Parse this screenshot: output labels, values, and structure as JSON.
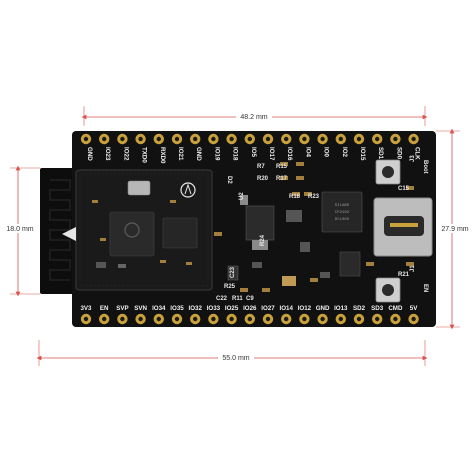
{
  "dimensions": {
    "width_top": "48.2 mm",
    "width_bottom": "55.0 mm",
    "height_left": "18.0 mm",
    "height_right": "27.9 mm"
  },
  "pins_top": [
    "GND",
    "IO23",
    "IO22",
    "TXD0",
    "RXD0",
    "IO21",
    "GND",
    "IO19",
    "IO18",
    "IO5",
    "IO17",
    "IO16",
    "IO4",
    "IO0",
    "IO2",
    "IO15",
    "SD1",
    "SD0",
    "CLK"
  ],
  "pins_bottom": [
    "3V3",
    "EN",
    "SVP",
    "SVN",
    "IO34",
    "IO35",
    "IO32",
    "IO33",
    "IO25",
    "IO26",
    "IO27",
    "IO14",
    "IO12",
    "GND",
    "IO13",
    "SD2",
    "SD3",
    "CMD",
    "5V"
  ],
  "silkscreen": {
    "r7": "R7",
    "r15": "R15",
    "r20": "R20",
    "r17": "R17",
    "r18": "R18",
    "r23": "R23",
    "r24": "R24",
    "r25": "R25",
    "c22": "C22",
    "r11": "R11",
    "c9": "C9",
    "c23": "C23",
    "d2": "D2",
    "u2": "U2",
    "j3": "J3",
    "j1": "J1",
    "c15": "C15",
    "r21": "R21",
    "boot": "Boot",
    "en_btn": "EN"
  },
  "chips": {
    "usb_bridge": [
      "SILABS",
      "CP2102",
      "DCL00X"
    ]
  },
  "colors": {
    "board": "#111111",
    "shield": "#1c1c1c",
    "gold": "#c9a13a",
    "silk": "#efefef",
    "dim_line": "#d9534f"
  }
}
